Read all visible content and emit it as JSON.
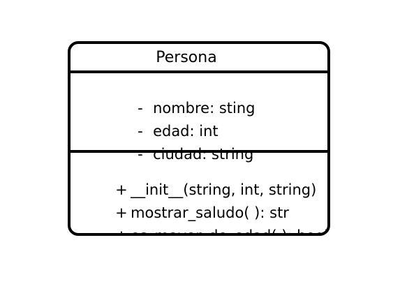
{
  "uml_class": {
    "name": "Persona",
    "attributes": [
      {
        "visibility": "-",
        "text": "nombre: sting"
      },
      {
        "visibility": "-",
        "text": "edad: int"
      },
      {
        "visibility": "-",
        "text": "ciudad: string"
      }
    ],
    "methods": [
      {
        "visibility": "+",
        "text": "__init__(string, int, string)"
      },
      {
        "visibility": "+",
        "text": "mostrar_saludo( ): str"
      },
      {
        "visibility": "+",
        "text": "es_mayor_de_edad( ): bool"
      }
    ]
  }
}
